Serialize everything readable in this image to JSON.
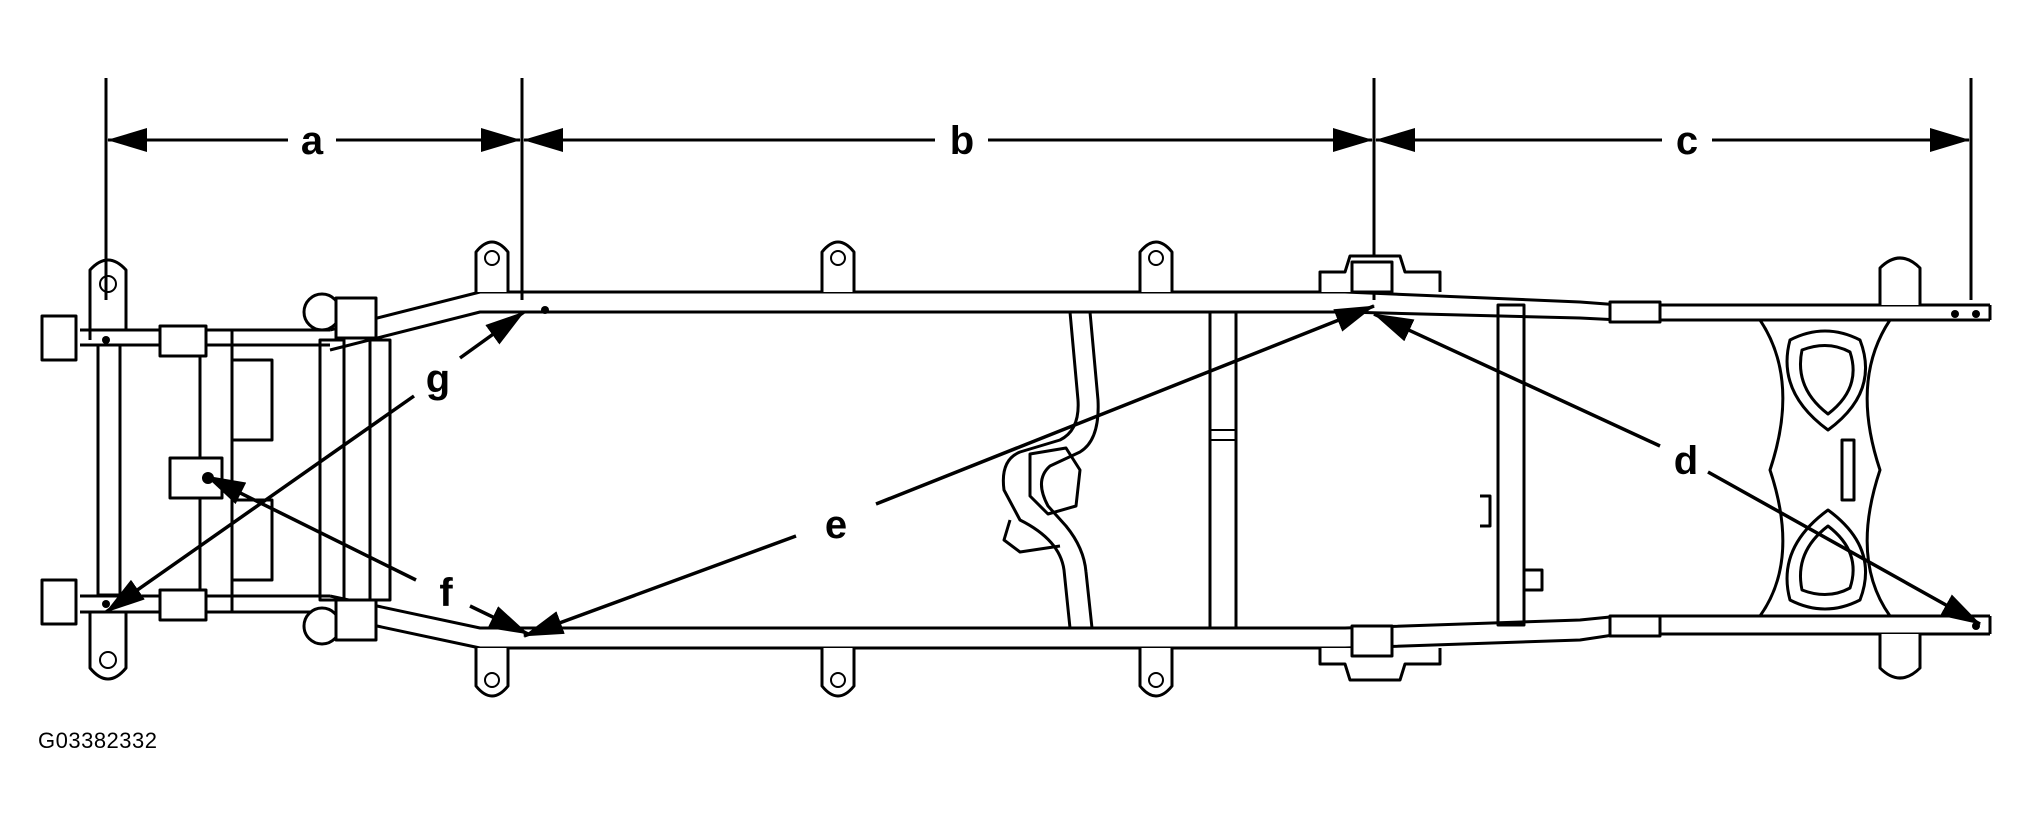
{
  "figure_code": "G03382332",
  "labels": {
    "a": "a",
    "b": "b",
    "c": "c",
    "d": "d",
    "e": "e",
    "f": "f",
    "g": "g"
  },
  "colors": {
    "line": "#000000",
    "background": "#ffffff"
  }
}
